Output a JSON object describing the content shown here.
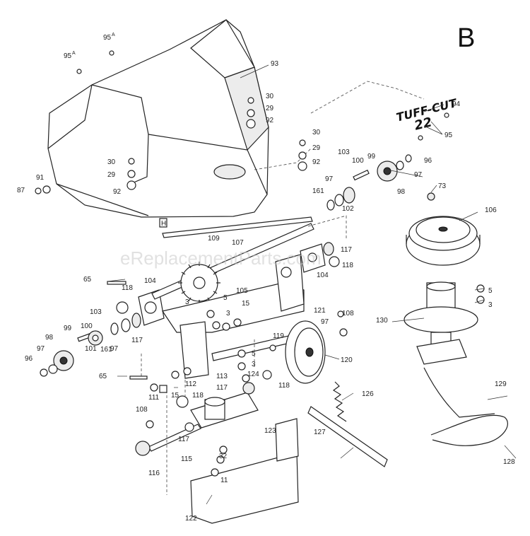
{
  "section_letter": "B",
  "watermark": "eReplacementParts.com",
  "logo": {
    "line1": "TUFF-CUT",
    "line2": "22"
  },
  "callouts": {
    "c95a_top": "95",
    "c95a_left": "95",
    "c95a_sup": "A",
    "c93": "93",
    "c94": "94",
    "c95": "95",
    "c30a": "30",
    "c29a": "29",
    "c92a": "92",
    "c30b": "30",
    "c29b": "29",
    "c92b": "92",
    "c30c": "30",
    "c29c": "29",
    "c92c": "92",
    "c91": "91",
    "c87": "87",
    "c103a": "103",
    "c100a": "100",
    "c99a": "99",
    "c96a": "96",
    "c97a": "97",
    "c98a": "98",
    "c161a": "161",
    "c97b": "97",
    "c102": "102",
    "c73": "73",
    "c106": "106",
    "c109": "109",
    "c107": "107",
    "c117a": "117",
    "c118a": "118",
    "c104a": "104",
    "c65a": "65",
    "c118b": "118",
    "c104b": "104",
    "c105": "105",
    "c3a": "3",
    "c5a": "5",
    "c15a": "15",
    "c3b": "3",
    "c5b": "5",
    "c3c": "3",
    "c130": "130",
    "c121": "121",
    "c108a": "108",
    "c97c": "97",
    "c119": "119",
    "c103b": "103",
    "c100b": "100",
    "c99b": "99",
    "c98b": "98",
    "c97d": "97",
    "c96b": "96",
    "c101": "101",
    "c161b": "161",
    "c117b": "117",
    "c65b": "65",
    "c5c": "5",
    "c3d": "3",
    "c124": "124",
    "c120": "120",
    "c113": "113",
    "c112": "112",
    "c111": "111",
    "c15b": "15",
    "c117c": "117",
    "c118c": "118",
    "c118d": "118",
    "c126": "126",
    "c129": "129",
    "c108b": "108",
    "c117d": "117",
    "c123": "123",
    "c127": "127",
    "c115": "115",
    "c116": "116",
    "c32": "32",
    "c11": "11",
    "c122": "122",
    "c128": "128",
    "ch": "H"
  }
}
